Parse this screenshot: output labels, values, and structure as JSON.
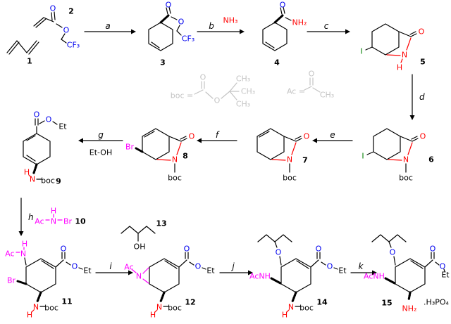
{
  "colors": {
    "ester_blue": "#0000ee",
    "amine_red": "#ff0000",
    "iodine_green": "#007f00",
    "halide_magenta": "#ff00ff",
    "legend_gray": "#c4c4c4",
    "skeleton_black": "#000000"
  },
  "arrows": {
    "a": "a",
    "b": "b",
    "c": "c",
    "d": "d",
    "e": "e",
    "f": "f",
    "g": "g",
    "h": "h",
    "i": "i",
    "j": "j",
    "k": "k"
  },
  "reagents": {
    "nh3": "NH₃",
    "etoh": "Et-OH"
  },
  "legend": {
    "boc_eq": "boc =",
    "boc_o1": "O",
    "boc_o2": "O",
    "boc_ch3_1": "CH₃",
    "boc_ch3_2": "CH₃",
    "boc_ch3_3": "CH₃",
    "ac_eq": "Ac =",
    "ac_o": "O",
    "ac_ch3": "CH₃"
  },
  "compounds": {
    "c1": {
      "num": "1"
    },
    "c2": {
      "num": "2",
      "o1": "O",
      "o2": "O",
      "cf3": "CF₃"
    },
    "c3": {
      "num": "3",
      "o1": "O",
      "o2": "O",
      "cf3": "CF₃"
    },
    "c4": {
      "num": "4",
      "o": "O",
      "nh2": "NH₂"
    },
    "c5": {
      "num": "5",
      "o": "O",
      "n": "N",
      "h": "H",
      "i": "I"
    },
    "c6": {
      "num": "6",
      "o": "O",
      "n": "N",
      "boc": "boc",
      "i": "I"
    },
    "c7": {
      "num": "7",
      "o": "O",
      "n": "N",
      "boc": "boc"
    },
    "c8": {
      "num": "8",
      "o": "O",
      "n": "N",
      "boc": "boc",
      "br": "Br"
    },
    "c9": {
      "num": "9",
      "o1": "O",
      "o2": "O",
      "et": "Et",
      "n": "N",
      "h": "H",
      "boc": "boc"
    },
    "c10": {
      "num": "10",
      "ac": "Ac",
      "n": "N",
      "h": "H",
      "br": "Br"
    },
    "c11": {
      "num": "11",
      "o1": "O",
      "o2": "O",
      "et": "Et",
      "ac": "Ac",
      "n1": "N",
      "h1": "H",
      "br": "Br",
      "n2": "N",
      "h2": "H",
      "boc": "boc"
    },
    "c12": {
      "num": "12",
      "o1": "O",
      "o2": "O",
      "et": "Et",
      "ac": "Ac",
      "n1": "N",
      "n2": "N",
      "h2": "H",
      "boc": "boc"
    },
    "c13": {
      "num": "13",
      "oh": "OH"
    },
    "c14": {
      "num": "14",
      "o1": "O",
      "o2": "O",
      "o3": "O",
      "et": "Et",
      "acnh": "AcNH",
      "n": "N",
      "h": "H",
      "boc": "boc"
    },
    "c15": {
      "num": "15",
      "o1": "O",
      "o2": "O",
      "o3": "O",
      "et": "Et",
      "acnh": "AcNH",
      "nh2": "NH₂",
      "salt": ".H₃PO₄"
    }
  }
}
